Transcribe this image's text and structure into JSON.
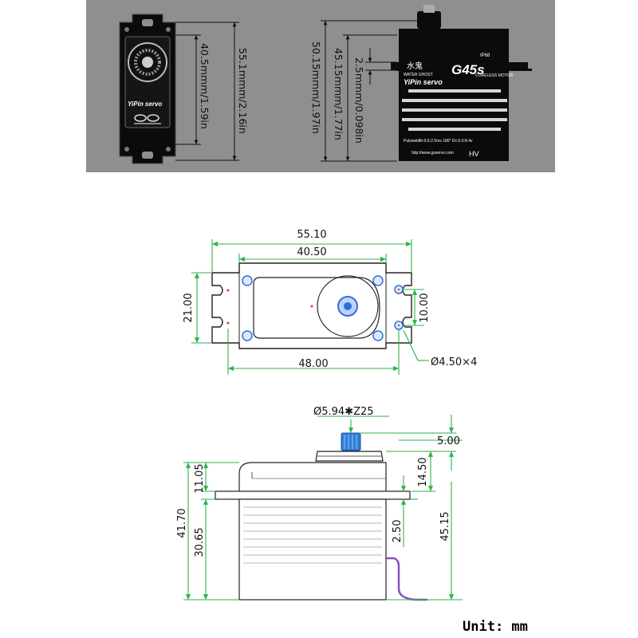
{
  "colors": {
    "photo_bg": "#8f8f8f",
    "servo_body": "#0b0b0b",
    "dimension": "#2db34a",
    "outline": "#222222",
    "screw": "#2e6fd6",
    "spline": "#2f7fd8",
    "wire": "#8a4fc4",
    "center_mark": "#e0383e"
  },
  "photo": {
    "front": {
      "brand": "YiPin servo",
      "height_total": "55.1mmm/2.16in",
      "height_body": "40.5mmm/1.59in"
    },
    "side": {
      "height_a": "50.15mmm/1.97in",
      "height_b": "45.15mmm/1.77in",
      "height_c": "2.5mmm/0.098in",
      "brand": "YiPin servo",
      "model": "G45s",
      "water_ghost": "WATER GHOST",
      "coreless": "CORELESS MOTOR",
      "ip": "IP68",
      "pulse": "Pulsewidth:0.5-2.5ms 180° Dc:5.0-8.4v",
      "url": "http://www.gxservo.com",
      "hv": "HV"
    }
  },
  "top_view": {
    "overall_width": "55.10",
    "body_width": "40.50",
    "height": "21.00",
    "hole_spacing_v": "10.00",
    "hole_spacing_h": "48.00",
    "hole_diameter": "Ø4.50×4"
  },
  "side_view": {
    "spline": "Ø5.94✱Z25",
    "spline_height": "5.00",
    "top_section": "14.50",
    "upper_body": "11.05",
    "total_lower": "41.70",
    "lower_body": "30.65",
    "flange": "2.50",
    "total_height": "45.15"
  },
  "unit_label": "Unit: mm"
}
